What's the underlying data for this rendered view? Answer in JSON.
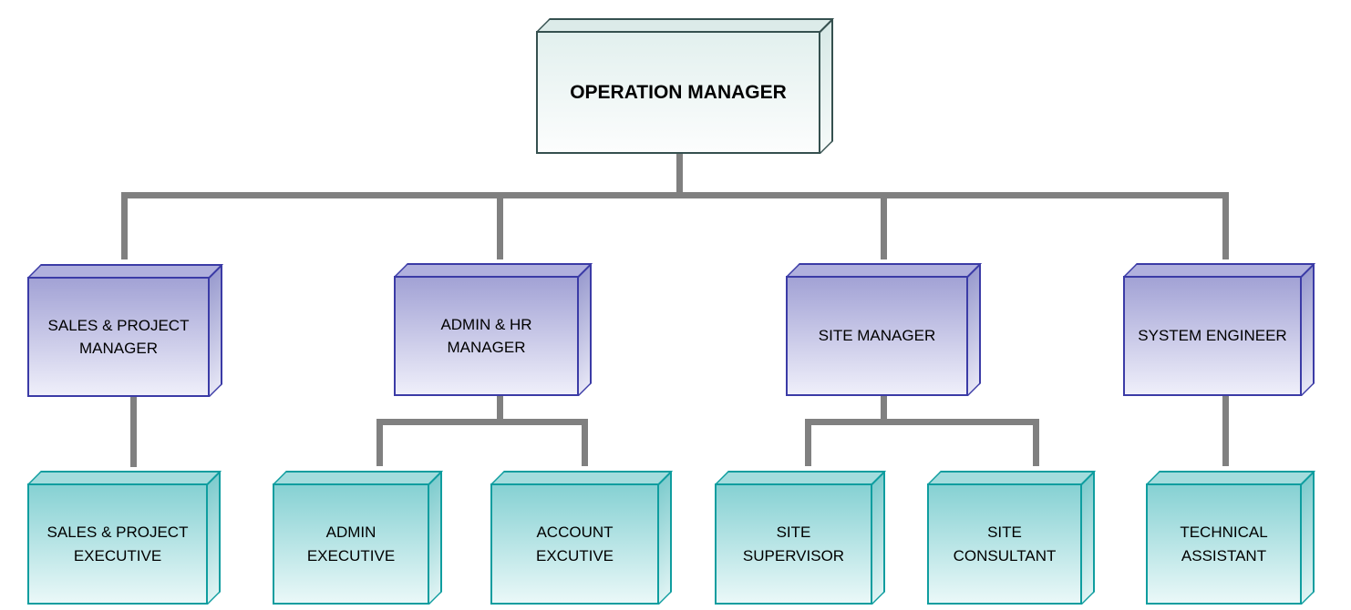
{
  "diagram_type": "org-chart",
  "background_color": "#ffffff",
  "connector_color": "#808080",
  "palettes": {
    "level1": {
      "border": "#35504f",
      "fill_top": "#e2f0ee",
      "fill_bottom": "#fcfdfd"
    },
    "level2": {
      "border": "#3b3ba6",
      "fill_top": "#a2a2d5",
      "fill_bottom": "#efeffa"
    },
    "level3": {
      "border": "#0f9d9f",
      "fill_top": "#86d1d3",
      "fill_bottom": "#eaf8f8"
    }
  },
  "nodes": [
    {
      "id": "operation-manager",
      "label": "OPERATION MANAGER",
      "level": 1,
      "reports_to": null
    },
    {
      "id": "sales-project-manager",
      "label": "SALES & PROJECT MANAGER",
      "level": 2,
      "reports_to": "operation-manager"
    },
    {
      "id": "admin-hr-manager",
      "label": "ADMIN & HR MANAGER",
      "level": 2,
      "reports_to": "operation-manager"
    },
    {
      "id": "site-manager",
      "label": "SITE MANAGER",
      "level": 2,
      "reports_to": "operation-manager"
    },
    {
      "id": "system-engineer",
      "label": "SYSTEM ENGINEER",
      "level": 2,
      "reports_to": "operation-manager"
    },
    {
      "id": "sales-project-executive",
      "label": "SALES & PROJECT EXECUTIVE",
      "level": 3,
      "reports_to": "sales-project-manager"
    },
    {
      "id": "admin-executive",
      "label": "ADMIN EXECUTIVE",
      "level": 3,
      "reports_to": "admin-hr-manager"
    },
    {
      "id": "account-excutive",
      "label": "ACCOUNT EXCUTIVE",
      "level": 3,
      "reports_to": "admin-hr-manager"
    },
    {
      "id": "site-supervisor",
      "label": "SITE SUPERVISOR",
      "level": 3,
      "reports_to": "site-manager"
    },
    {
      "id": "site-consultant",
      "label": "SITE CONSULTANT",
      "level": 3,
      "reports_to": "site-manager"
    },
    {
      "id": "technical-assistant",
      "label": "TECHNICAL ASSISTANT",
      "level": 3,
      "reports_to": "system-engineer"
    }
  ]
}
